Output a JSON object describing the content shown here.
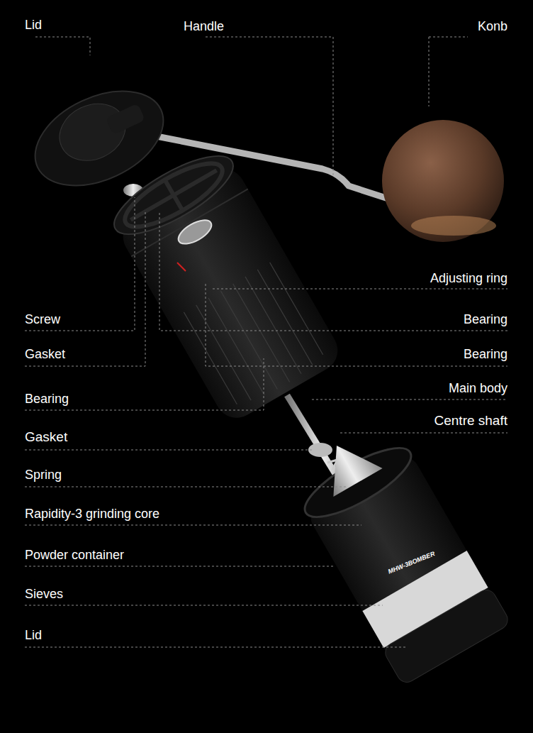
{
  "diagram": {
    "labels": [
      "Lid",
      "Handle",
      "Konb",
      "Adjusting ring",
      "Screw",
      "Bearing",
      "Gasket",
      "Bearing",
      "Main body",
      "Bearing",
      "Centre shaft",
      "Gasket",
      "Spring",
      "Rapidity-3 grinding core",
      "Powder container",
      "MHW-3BOMBER",
      "Sieves",
      "Lid"
    ]
  }
}
